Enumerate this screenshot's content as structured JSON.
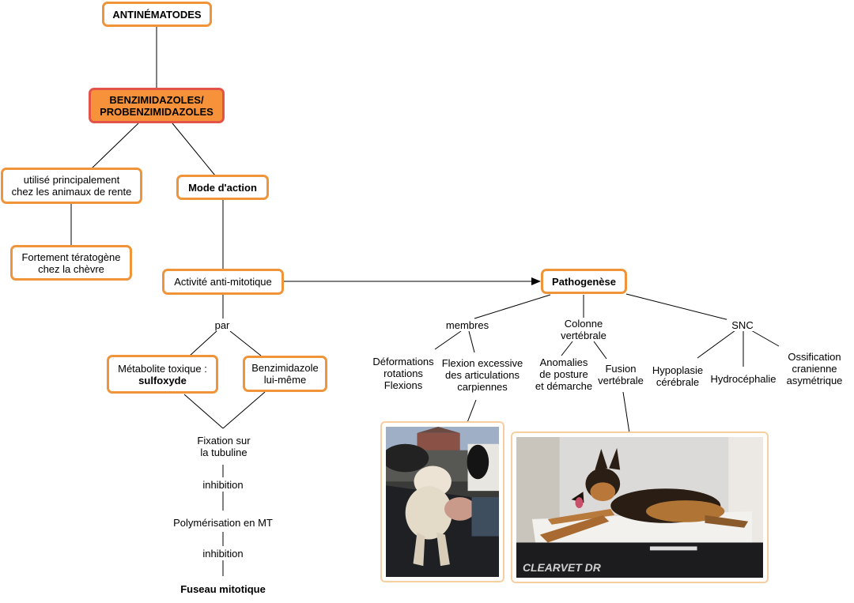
{
  "nodes": {
    "root": "ANTINÉMATODES",
    "benz_line1": "BENZIMIDAZOLES/",
    "benz_line2": "PROBENZIMIDAZOLES",
    "used_line1": "utilisé principalement",
    "used_line2": "chez les animaux de rente",
    "terato_line1": "Fortement tératogène",
    "terato_line2": "chez la chèvre",
    "mode": "Mode d'action",
    "antimitotic": "Activité anti-mitotique",
    "pathogenese": "Pathogenèse",
    "metabolite_line1": "Métabolite toxique :",
    "metabolite_line2": "sulfoxyde",
    "benz_self_line1": "Benzimidazole",
    "benz_self_line2": "lui-même"
  },
  "labels": {
    "par": "par",
    "fixation_line1": "Fixation sur",
    "fixation_line2": "la tubuline",
    "inhibition_1": "inhibition",
    "polymerisation": "Polymérisation en MT",
    "inhibition_2": "inhibition",
    "fuseau": "Fuseau mitotique",
    "membres": "membres",
    "colonne_line1": "Colonne",
    "colonne_line2": "vertébrale",
    "snc": "SNC",
    "deform_line1": "Déformations",
    "deform_line2": "rotations",
    "deform_line3": "Flexions",
    "flexion_line1": "Flexion excessive",
    "flexion_line2": "des articulations",
    "flexion_line3": "carpiennes",
    "anomalies_line1": "Anomalies",
    "anomalies_line2": "de posture",
    "anomalies_line3": "et démarche",
    "fusion_line1": "Fusion",
    "fusion_line2": "vertébrale",
    "hypoplasie_line1": "Hypoplasie",
    "hypoplasie_line2": "cérébrale",
    "hydro": "Hydrocéphalie",
    "ossif_line1": "Ossification",
    "ossif_line2": "cranienne",
    "ossif_line3": "asymétrique"
  },
  "images": {
    "lamb_photo": "lamb-photo",
    "dog_photo": "dog-photo",
    "table_brand": "CLEARVET DR"
  },
  "colors": {
    "box_border": "#f0943a",
    "highlight_fill": "#f7923a",
    "highlight_border": "#e2534a",
    "photo_border": "#f6cfa0"
  }
}
